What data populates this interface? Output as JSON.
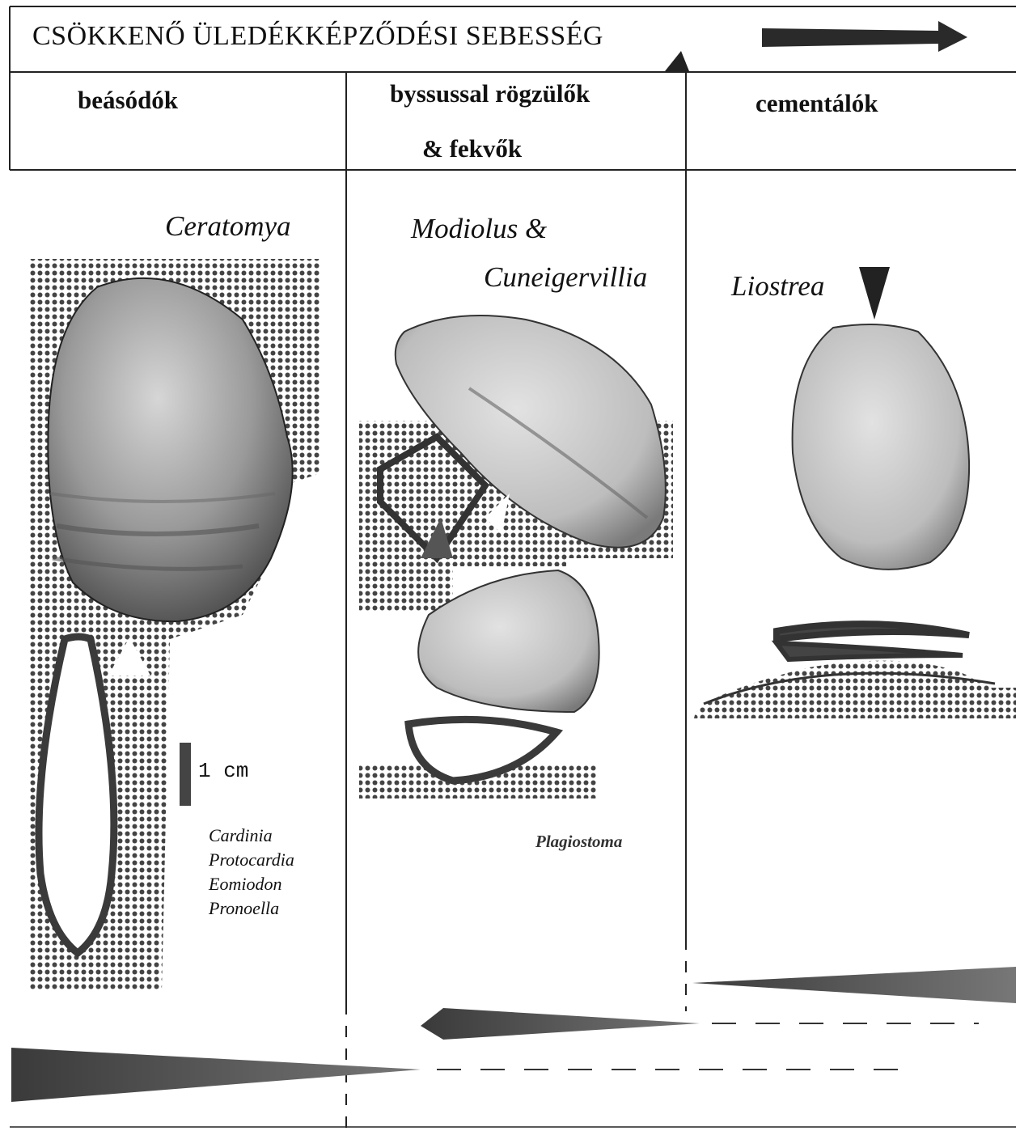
{
  "title": "CSÖKKENŐ ÜLEDÉKKÉPZŐDÉSI SEBESSÉG",
  "columns": {
    "burrowers": {
      "label": "beásódók",
      "genus": "Ceratomya"
    },
    "byssate": {
      "label_line1": "byssussal rögzülők",
      "label_line2": "& fekvők",
      "genus_line1": "Modiolus &",
      "genus_line2": "Cuneigervillia"
    },
    "cementers": {
      "label": "cementálók",
      "genus": "Liostrea"
    }
  },
  "scale_bar": {
    "label": "1 cm"
  },
  "burrower_list": [
    "Cardinia",
    "Protocardia",
    "Eomiodon",
    "Pronoella"
  ],
  "recliner_extra": "Plagiostoma"
}
